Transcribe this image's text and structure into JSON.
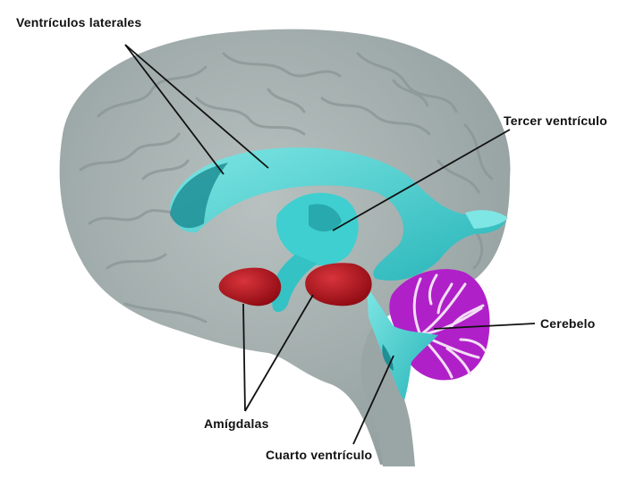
{
  "labels": {
    "lateral_ventricles": "Ventrículos laterales",
    "third_ventricle": "Tercer ventrículo",
    "cerebellum": "Cerebelo",
    "amygdalae": "Amígdalas",
    "fourth_ventricle": "Cuarto ventrículo"
  },
  "colors": {
    "background": "#ffffff",
    "brain": "#a9b3b2",
    "brain_fold": "#8f9a99",
    "ventricles": "#3fcfd0",
    "ventricles_shadow": "#1f8f95",
    "amygdala": "#b3121c",
    "cerebellum": "#b020c8",
    "cerebellum_white": "#f2dff5",
    "leader_line": "#111111"
  }
}
